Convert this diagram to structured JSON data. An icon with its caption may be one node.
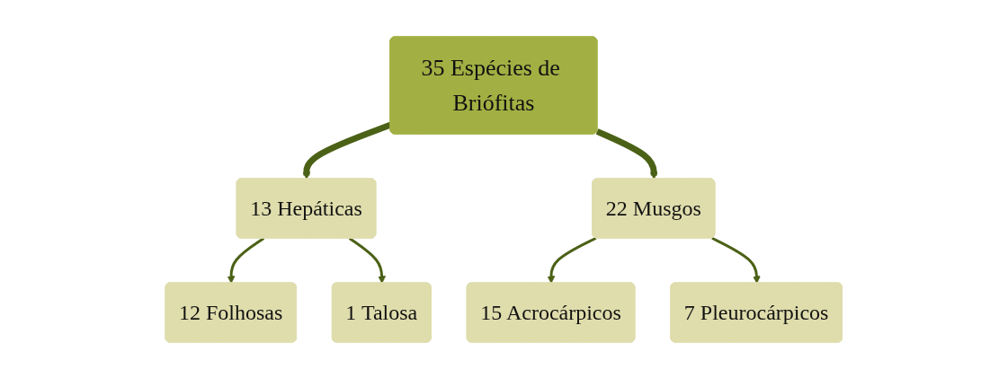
{
  "diagram": {
    "nodes": [
      {
        "text": [
          "35 Espécies de Briófitas"
        ]
      },
      {
        "text": [
          "13 Hepáticas"
        ]
      },
      {
        "text": [
          "22 Musgos"
        ]
      },
      {
        "text": [
          "12 Folhosas"
        ]
      },
      {
        "text": [
          "1 Talosa"
        ]
      },
      {
        "text": [
          "15 Acrocárpicos"
        ]
      },
      {
        "text": [
          "7 Pleurocárpicos"
        ]
      }
    ],
    "edges": [
      {
        "from": 0,
        "to": 1,
        "arrow": "to",
        "style": "thick"
      },
      {
        "from": 0,
        "to": 2,
        "arrow": "to",
        "style": "thick"
      },
      {
        "from": 1,
        "to": 3,
        "arrow": "to"
      },
      {
        "from": 1,
        "to": 4,
        "arrow": "to"
      },
      {
        "from": 2,
        "to": 5,
        "arrow": "to"
      },
      {
        "from": 2,
        "to": 6,
        "arrow": "to"
      }
    ]
  }
}
